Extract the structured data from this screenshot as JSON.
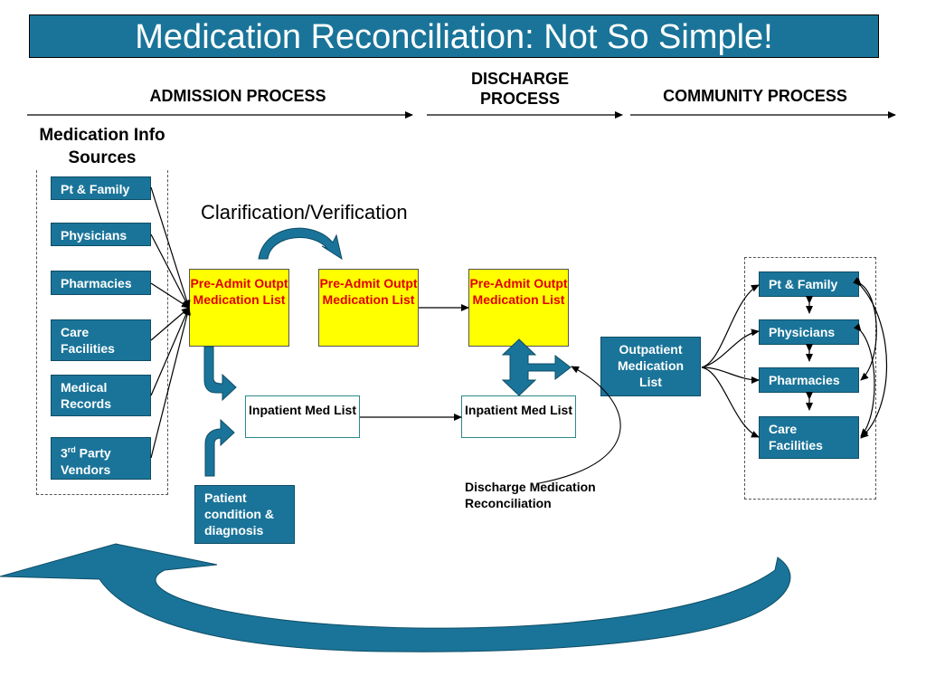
{
  "title": "Medication Reconciliation: Not So Simple!",
  "headers": {
    "admission": "ADMISSION PROCESS",
    "discharge": "DISCHARGE PROCESS",
    "community": "COMMUNITY PROCESS"
  },
  "sources": {
    "heading": "Medication Info Sources",
    "items": [
      "Pt & Family",
      "Physicians",
      "Pharmacies",
      "Care Facilities",
      "Medical Records"
    ],
    "vendors_prefix": "3",
    "vendors_sup": "rd",
    "vendors_suffix": " Party Vendors"
  },
  "clarification_label": "Clarification/Verification",
  "pre_admit_lists": [
    "Pre-Admit Outpt Medication List",
    "Pre-Admit Outpt Medication List",
    "Pre-Admit Outpt Medication List"
  ],
  "inpatient_lists": [
    "Inpatient Med List",
    "Inpatient Med List"
  ],
  "patient_condition": "Patient condition & diagnosis",
  "outpatient_list": "Outpatient Medication List",
  "discharge_reconciliation": "Discharge Medication Reconciliation",
  "community": {
    "items": [
      "Pt & Family",
      "Physicians",
      "Pharmacies",
      "Care Facilities"
    ]
  },
  "colors": {
    "box_blue": "#1a7499",
    "pre_admit_fill": "#ffff00",
    "pre_admit_text": "#e00000"
  }
}
